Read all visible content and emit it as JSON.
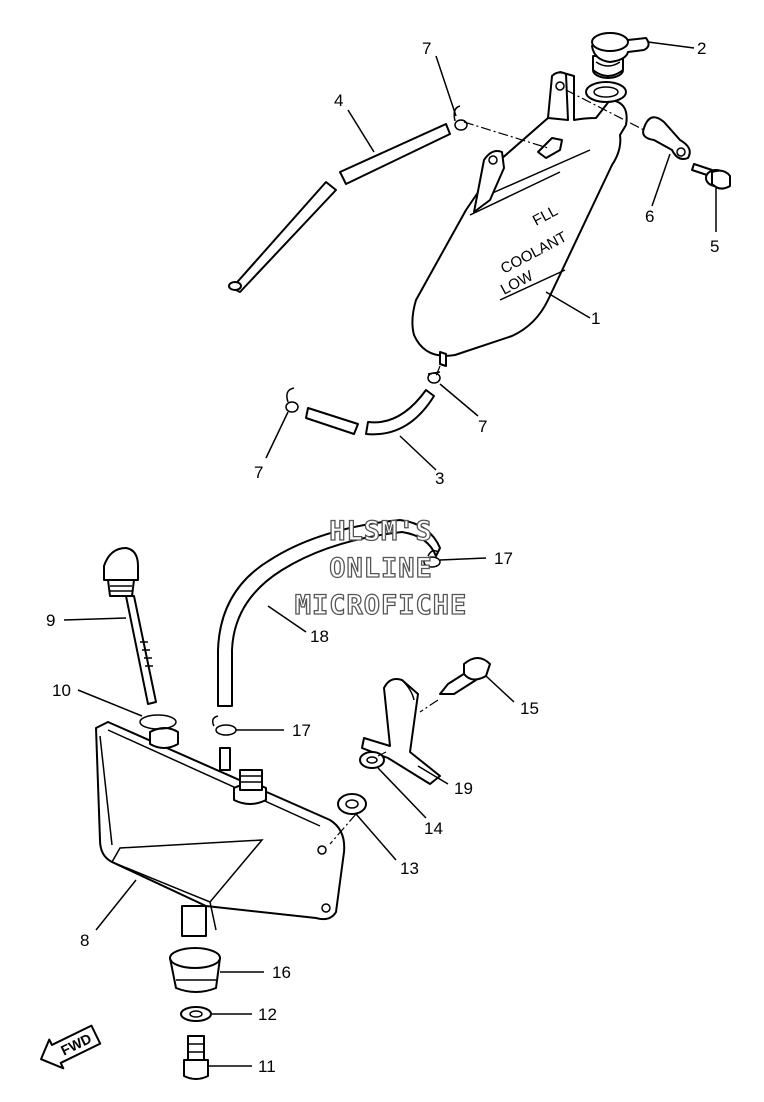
{
  "callouts": [
    {
      "id": "c1",
      "text": "1"
    },
    {
      "id": "c2",
      "text": "2"
    },
    {
      "id": "c3",
      "text": "3"
    },
    {
      "id": "c4",
      "text": "4"
    },
    {
      "id": "c5",
      "text": "5"
    },
    {
      "id": "c6",
      "text": "6"
    },
    {
      "id": "c7a",
      "text": "7"
    },
    {
      "id": "c7b",
      "text": "7"
    },
    {
      "id": "c7c",
      "text": "7"
    },
    {
      "id": "c8",
      "text": "8"
    },
    {
      "id": "c9",
      "text": "9"
    },
    {
      "id": "c10",
      "text": "10"
    },
    {
      "id": "c11",
      "text": "11"
    },
    {
      "id": "c12",
      "text": "12"
    },
    {
      "id": "c13",
      "text": "13"
    },
    {
      "id": "c14",
      "text": "14"
    },
    {
      "id": "c15",
      "text": "15"
    },
    {
      "id": "c16",
      "text": "16"
    },
    {
      "id": "c17a",
      "text": "17"
    },
    {
      "id": "c17b",
      "text": "17"
    },
    {
      "id": "c18",
      "text": "18"
    },
    {
      "id": "c19",
      "text": "19"
    }
  ],
  "tank_markings": {
    "full": "FLL",
    "coolant": "COOLANT",
    "low": "LOW"
  },
  "watermark": [
    "HLSM'S",
    "ONLINE",
    "MICROFICHE"
  ],
  "direction_label": "FWD"
}
